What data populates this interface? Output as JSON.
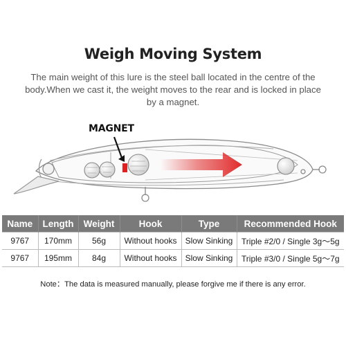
{
  "title": "Weigh Moving System",
  "description": "The main weight of this lure is the steel ball located in the centre of the body.When we cast it, the weight moves to the rear and is locked in place by a magnet.",
  "magnet_label": "MAGNET",
  "table": {
    "headers": [
      "Name",
      "Length",
      "Weight",
      "Hook",
      "Type",
      "Recommended Hook"
    ],
    "rows": [
      [
        "9767",
        "170mm",
        "56g",
        "Without hooks",
        "Slow Sinking",
        "Triple #2/0 / Single 3g〜5g"
      ],
      [
        "9767",
        "195mm",
        "84g",
        "Without hooks",
        "Slow Sinking",
        "Triple #3/0 / Single 5g〜7g"
      ]
    ]
  },
  "note": "Note：The data is measured manually, please forgive me if there is any error.",
  "colors": {
    "header_bg": "#7a7a7a",
    "arrow": "#e03030",
    "magnet": "#e02020"
  }
}
